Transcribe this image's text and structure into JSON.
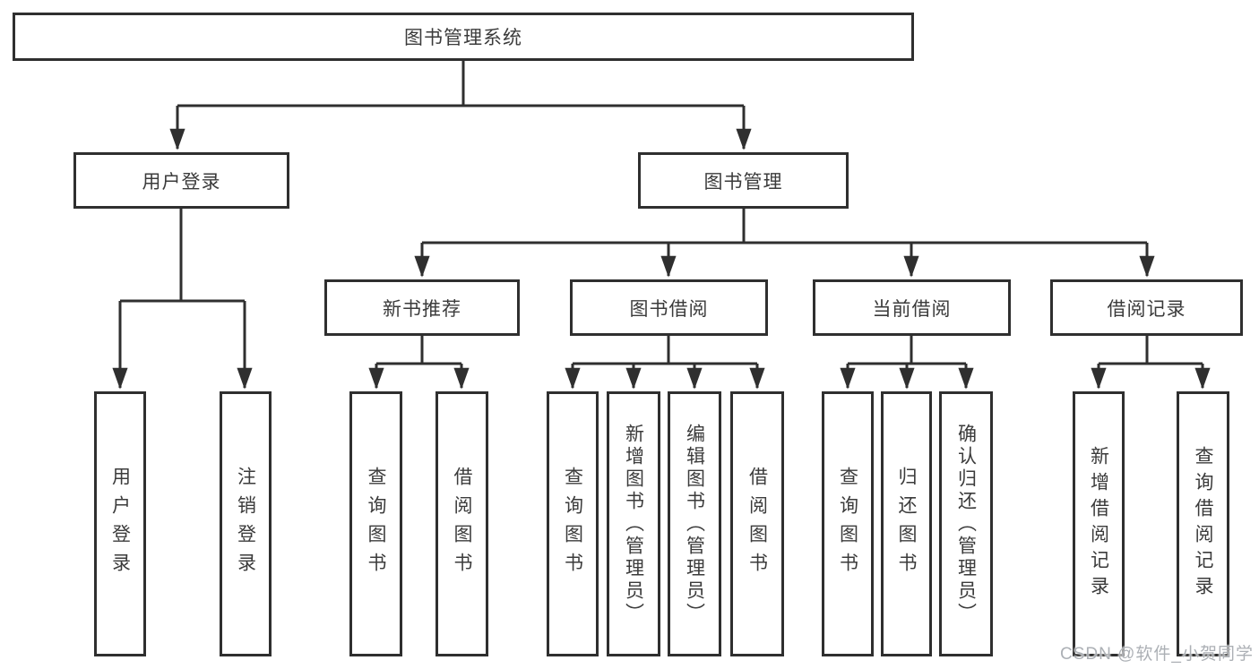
{
  "diagram": {
    "type": "hierarchy-tree",
    "line_color": "#2f2f2f",
    "box_background": "#ffffff",
    "text_color": "#3b3b3b",
    "watermark": {
      "text": "CSDN @软件_小贺同学",
      "color": "#a8acb1"
    },
    "tree": {
      "root": {
        "label": "图书管理系统"
      },
      "branches": [
        {
          "label": "用户登录",
          "children": [
            {
              "label": "用户登录"
            },
            {
              "label": "注销登录"
            }
          ]
        },
        {
          "label": "图书管理",
          "children": [
            {
              "label": "新书推荐",
              "children": [
                {
                  "label": "查询图书"
                },
                {
                  "label": "借阅图书"
                }
              ]
            },
            {
              "label": "图书借阅",
              "children": [
                {
                  "label": "查询图书"
                },
                {
                  "label": "新增图书（管理员）"
                },
                {
                  "label": "编辑图书（管理员）"
                },
                {
                  "label": "借阅图书"
                }
              ]
            },
            {
              "label": "当前借阅",
              "children": [
                {
                  "label": "查询图书"
                },
                {
                  "label": "归还图书"
                },
                {
                  "label": "确认归还（管理员）"
                }
              ]
            },
            {
              "label": "借阅记录",
              "children": [
                {
                  "label": "新增借阅记录"
                },
                {
                  "label": "查询借阅记录"
                }
              ]
            }
          ]
        }
      ]
    }
  }
}
